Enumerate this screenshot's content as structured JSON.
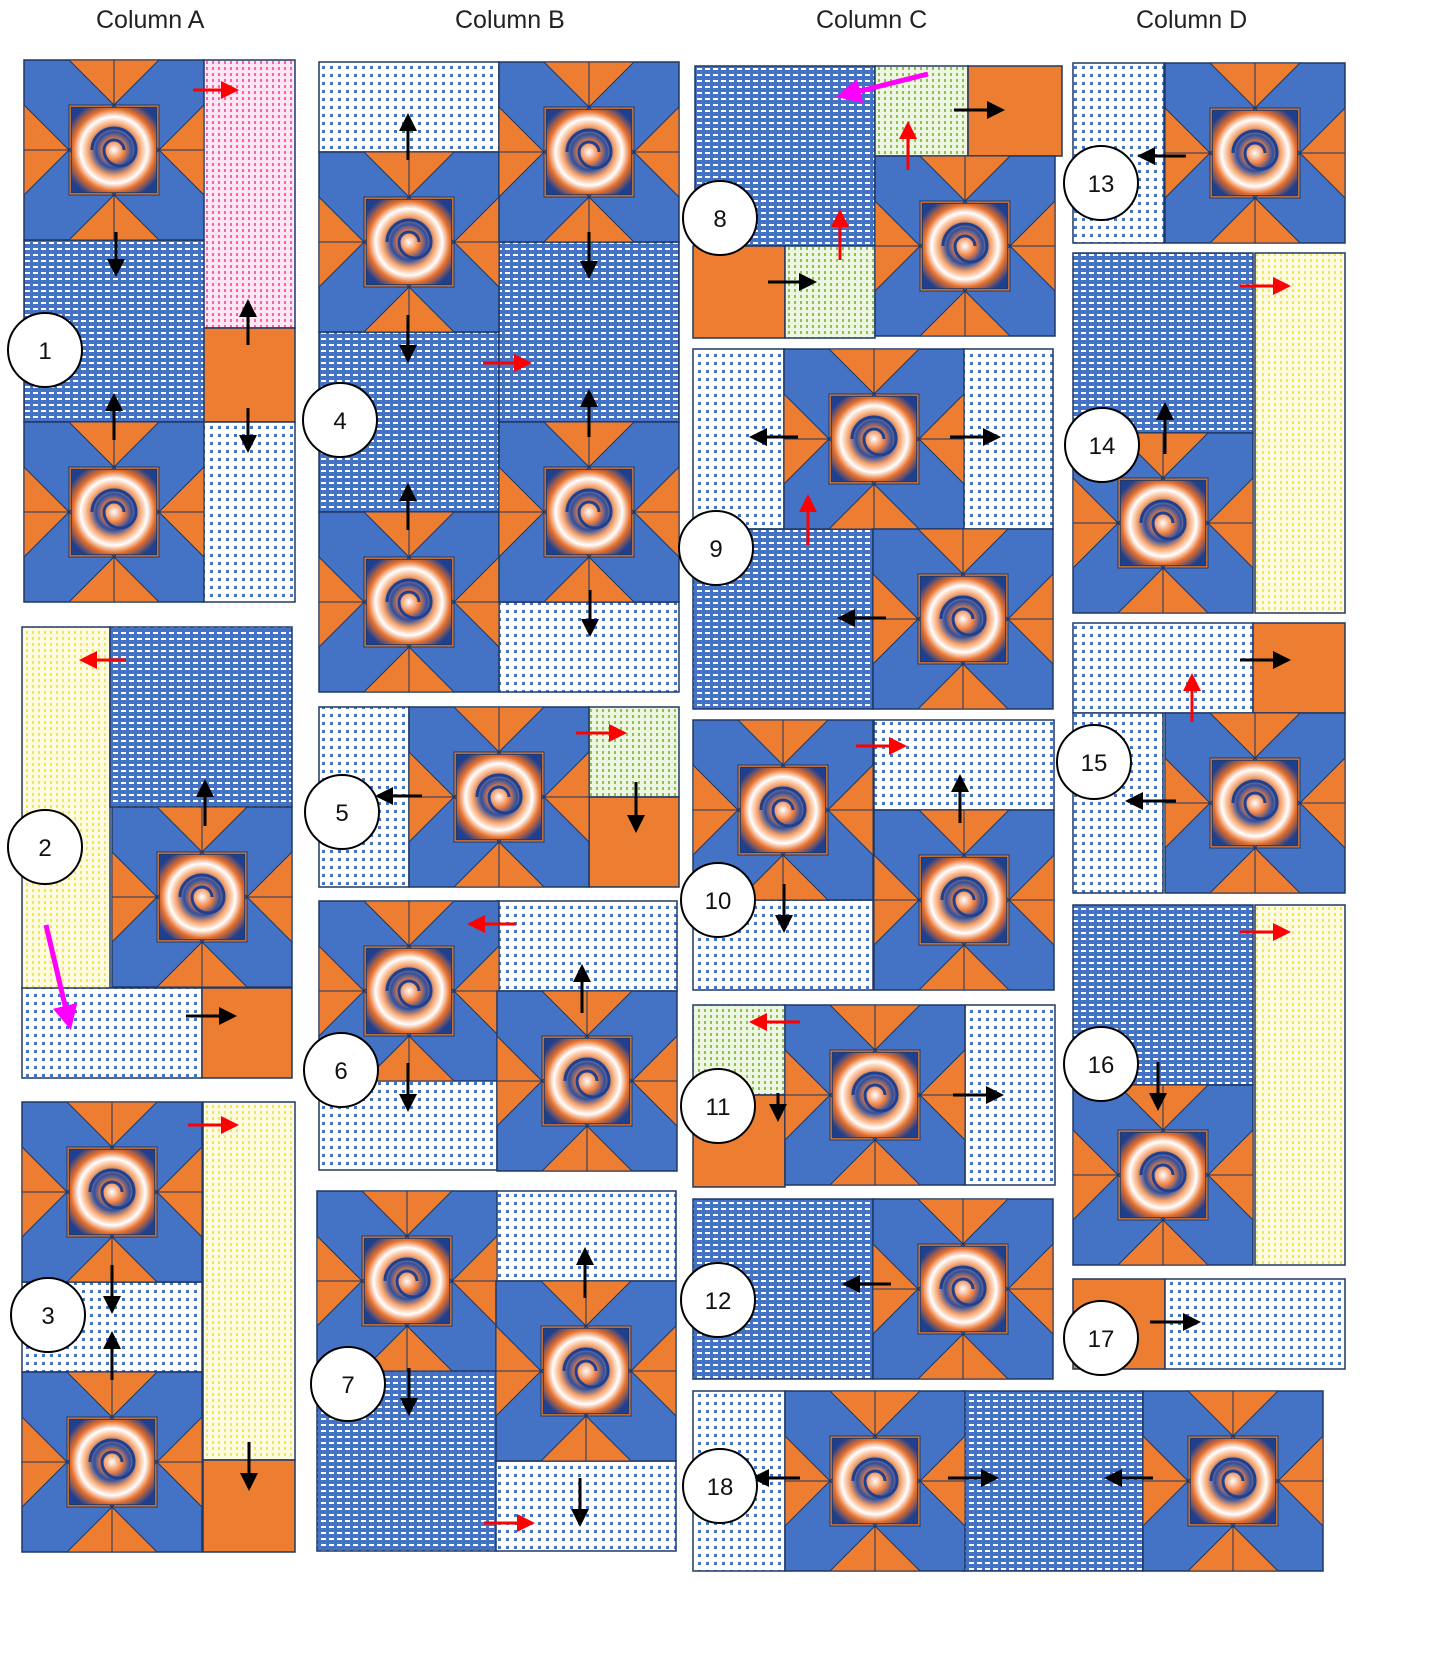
{
  "columns": [
    "Column A",
    "Column B",
    "Column C",
    "Column D"
  ],
  "block_numbers": [
    "1",
    "2",
    "3",
    "4",
    "5",
    "6",
    "7",
    "8",
    "9",
    "10",
    "11",
    "12",
    "13",
    "14",
    "15",
    "16",
    "17",
    "18"
  ],
  "colors": {
    "star_blue": "#4472c4",
    "star_orange": "#ed7d31",
    "dotted_blue": "#4472c4",
    "light_dotted_bg": "#ffffff",
    "yellow_dots": "#f2e84a",
    "green_dots": "#8fc24a",
    "pink_dots": "#ff5fb0",
    "arrow_black": "#000000",
    "arrow_red": "#ff0000",
    "arrow_magenta": "#ff00ff",
    "outline": "#1f3864"
  },
  "legend_icons": {
    "star_block": "sawtooth-star-icon",
    "tie_dye_center": "tie-dye-swirl-icon"
  }
}
